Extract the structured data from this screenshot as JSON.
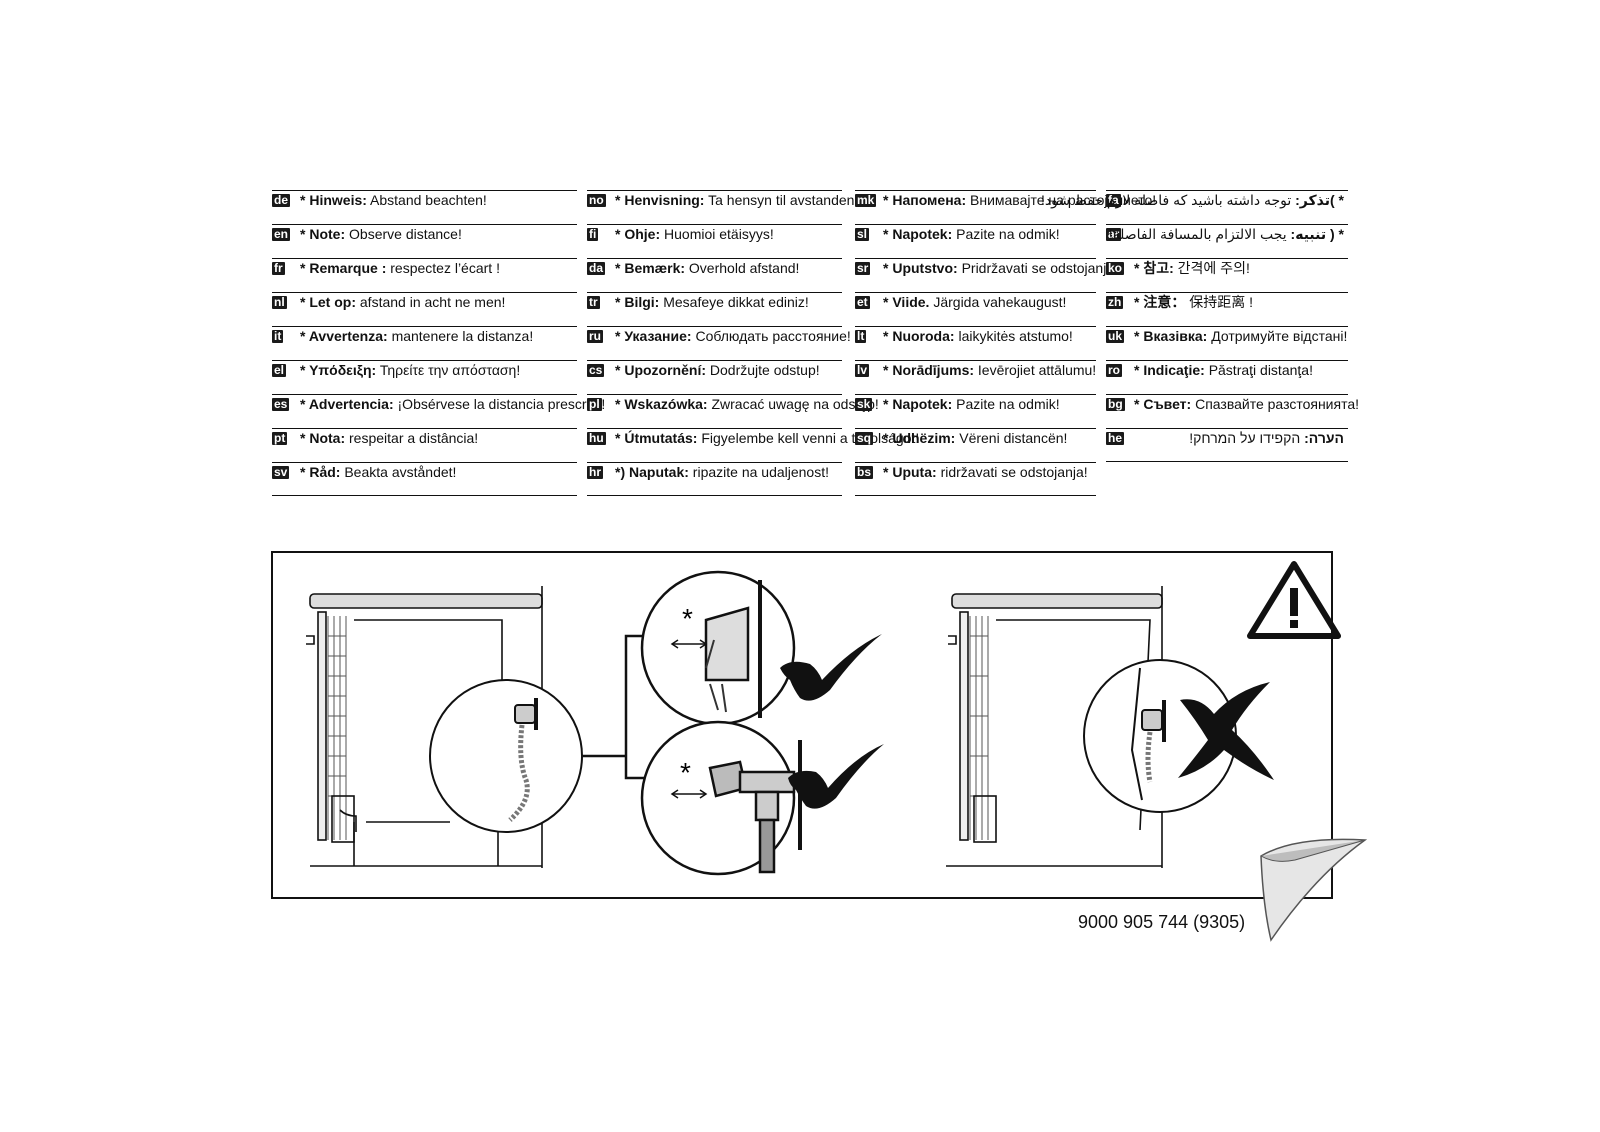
{
  "columns": [
    [
      {
        "code": "de",
        "label": "* Hinweis:",
        "text": "Abstand beachten!"
      },
      {
        "code": "en",
        "label": "* Note:",
        "text": "Observe distance!"
      },
      {
        "code": "fr",
        "label": "* Remarque :",
        "text": "respectez l’écart !"
      },
      {
        "code": "nl",
        "label": "* Let op:",
        "text": "afstand in acht ne men!"
      },
      {
        "code": "it",
        "label": "* Avvertenza:",
        "text": "mantenere la distanza!"
      },
      {
        "code": "el",
        "label": "* Υπόδειξη:",
        "text": "Τηρείτε την απόσταση!"
      },
      {
        "code": "es",
        "label": "* Advertencia:",
        "text": "¡Obsérvese la distancia prescrita!"
      },
      {
        "code": "pt",
        "label": "* Nota:",
        "text": "respeitar a distância!"
      },
      {
        "code": "sv",
        "label": "* Råd:",
        "text": "Beakta avståndet!"
      }
    ],
    [
      {
        "code": "no",
        "label": "* Henvisning:",
        "text": "Ta hensyn til avstanden!"
      },
      {
        "code": "fi",
        "label": "* Ohje:",
        "text": "Huomioi etäisyys!"
      },
      {
        "code": "da",
        "label": "* Bemærk:",
        "text": "Overhold afstand!"
      },
      {
        "code": "tr",
        "label": "* Bilgi:",
        "text": "Mesafeye dikkat ediniz!"
      },
      {
        "code": "ru",
        "label": "* Указание:",
        "text": "Соблюдать расстояние!"
      },
      {
        "code": "cs",
        "label": "* Upozornění:",
        "text": "Dodržujte odstup!"
      },
      {
        "code": "pl",
        "label": "* Wskazówka:",
        "text": "Zwracać uwagę na odstęp!"
      },
      {
        "code": "hu",
        "label": "* Útmutatás:",
        "text": "Figyelembe kell venni a távolságot!"
      },
      {
        "code": "hr",
        "label": "*) Naputak:",
        "text": "ripazite na udaljenost!"
      }
    ],
    [
      {
        "code": "mk",
        "label": "* Напомена:",
        "text": "Внимавајте на растојанието!"
      },
      {
        "code": "sl",
        "label": "* Napotek:",
        "text": "Pazite na odmik!"
      },
      {
        "code": "sr",
        "label": "* Uputstvo:",
        "text": "Pridržavati se odstojanja!"
      },
      {
        "code": "et",
        "label": "* Viide.",
        "text": "Järgida vahekaugust!"
      },
      {
        "code": "lt",
        "label": "* Nuoroda:",
        "text": "laikykitės atstumo!"
      },
      {
        "code": "lv",
        "label": "* Norādījums:",
        "text": "Ievērojiet attālumu!"
      },
      {
        "code": "sk",
        "label": "* Napotek:",
        "text": "Pazite na odmik!"
      },
      {
        "code": "sq",
        "label": "* Udhëzim:",
        "text": "Vëreni distancën!"
      },
      {
        "code": "bs",
        "label": "* Uputa:",
        "text": "ridržavati se odstojanja!"
      }
    ],
    [
      {
        "code": "fa",
        "label": "* )تذکر:",
        "text": "توجه داشته باشید که فاصله لازم حفظ شود!",
        "rtl": true
      },
      {
        "code": "ar",
        "label": "* ( تنبيه:",
        "text": "يجب الالتزام بالمسافة الفاصلة!",
        "rtl": true
      },
      {
        "code": "ko",
        "label": "* 참고:",
        "text": "간격에 주의!"
      },
      {
        "code": "zh",
        "label": "* 注意：",
        "text": "保持距离 !"
      },
      {
        "code": "uk",
        "label": "* Вказівка:",
        "text": "Дотримуйте відстані!"
      },
      {
        "code": "ro",
        "label": "* Indicaţie:",
        "text": "Păstraţi distanţa!"
      },
      {
        "code": "bg",
        "label": "* Съвет:",
        "text": "Спазвайте разстоянията!"
      },
      {
        "code": "he",
        "label": "הערה:",
        "text": "הקפידו על המרחק!",
        "rtl": true
      }
    ]
  ],
  "asterisk": "*",
  "part_number": "9000 905 744 (9305)"
}
